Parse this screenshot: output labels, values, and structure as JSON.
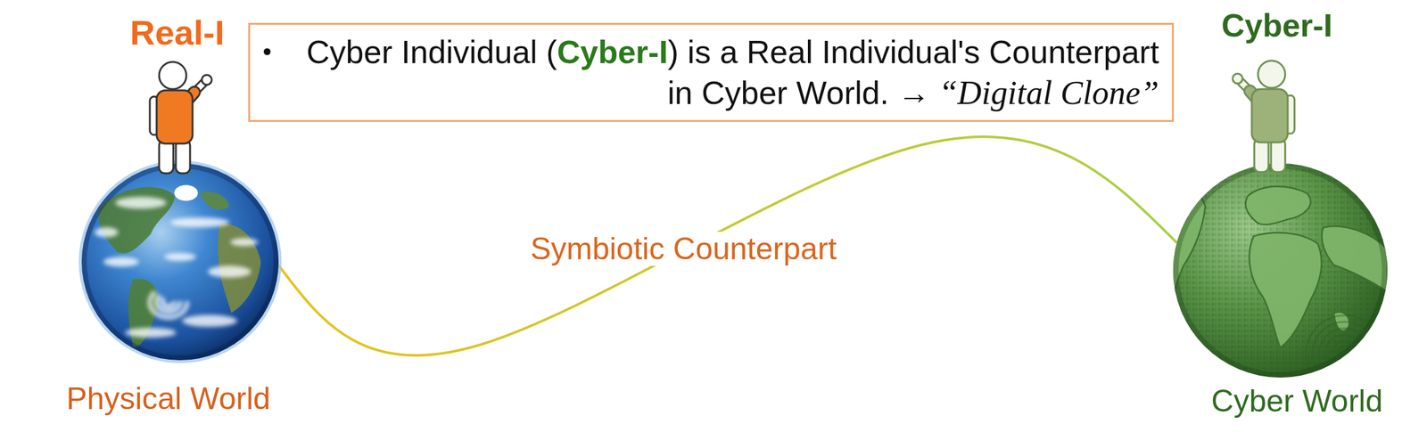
{
  "diagram": {
    "nodes": [
      {
        "text": [
          "Cyber Individual (Cyber-I) is a Real Individual's Counterpart in Cyber World. → “Digital Clone”"
        ]
      },
      {
        "text": [
          "Physical World"
        ]
      },
      {
        "text": [
          "Cyber World"
        ]
      }
    ],
    "edges": [
      {
        "from": 1,
        "to": 2,
        "arrow": "none",
        "label": "Symbiotic Counterpart"
      }
    ],
    "labels": [
      "Real-I",
      "Cyber-I"
    ]
  }
}
